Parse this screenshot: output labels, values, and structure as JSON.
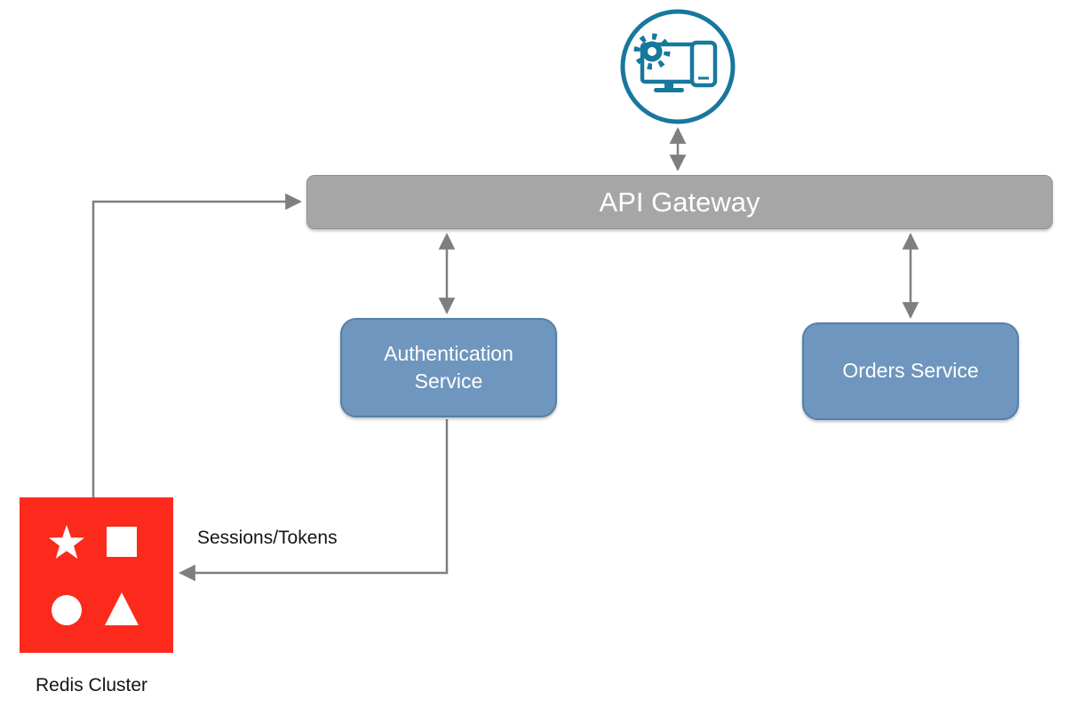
{
  "diagram": {
    "type": "architecture-diagram",
    "nodes": {
      "client": {
        "icon": "devices-gear-icon",
        "label": ""
      },
      "api_gateway": {
        "label": "API Gateway"
      },
      "auth_service": {
        "label": "Authentication Service"
      },
      "orders_service": {
        "label": "Orders Service"
      },
      "redis": {
        "label": "Redis Cluster",
        "icon": "redis-shapes-icon"
      }
    },
    "edges": [
      {
        "from": "client",
        "to": "api_gateway",
        "direction": "bidirectional",
        "label": ""
      },
      {
        "from": "api_gateway",
        "to": "auth_service",
        "direction": "bidirectional",
        "label": ""
      },
      {
        "from": "api_gateway",
        "to": "orders_service",
        "direction": "bidirectional",
        "label": ""
      },
      {
        "from": "redis",
        "to": "api_gateway",
        "direction": "one-way",
        "label": ""
      },
      {
        "from": "auth_service",
        "to": "redis",
        "direction": "one-way",
        "label": "Sessions/Tokens"
      }
    ],
    "edge_labels": {
      "sessions_tokens": "Sessions/Tokens"
    },
    "colors": {
      "gateway_fill": "#a6a6a6",
      "service_fill": "#6e96be",
      "service_border": "#5580aa",
      "redis_fill": "#fb2a1d",
      "client_icon": "#17789e",
      "connector": "#7f7f7f",
      "label_text": "#141414",
      "node_text": "#ffffff"
    }
  }
}
